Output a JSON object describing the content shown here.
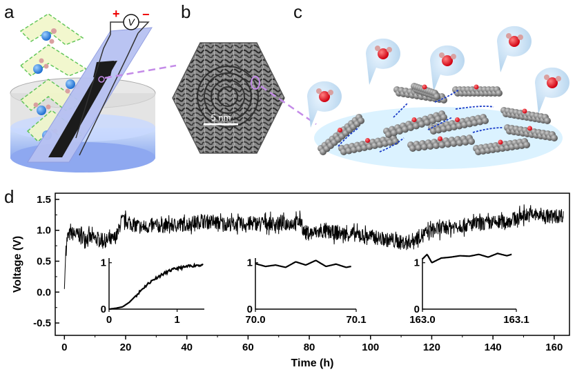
{
  "panels": {
    "a": "a",
    "b": "b",
    "c": "c",
    "d": "d"
  },
  "panel_a": {
    "meter_symbol": "V",
    "plus": "+",
    "minus": "−"
  },
  "panel_b": {
    "scale_bar": "5 nm"
  },
  "colors": {
    "water_o": "#e8141c",
    "water_h": "#d9a0a0",
    "ion": "#2a7fd8",
    "carbon": "#7d7d7d",
    "arrow": "#1a3cc8",
    "dashed": "#c48be8"
  },
  "chart_data": {
    "type": "line",
    "xlabel": "Time (h)",
    "ylabel": "Voltage (V)",
    "xlim": [
      -3,
      165
    ],
    "ylim": [
      -0.7,
      1.6
    ],
    "xticks": [
      0,
      20,
      40,
      60,
      80,
      100,
      120,
      140,
      160
    ],
    "yticks": [
      -0.5,
      0.0,
      0.5,
      1.0,
      1.5
    ],
    "xtick_labels": [
      "0",
      "20",
      "40",
      "60",
      "80",
      "100",
      "120",
      "140",
      "160"
    ],
    "ytick_labels": [
      "-0.5",
      "0.0",
      "0.5",
      "1.0",
      "1.5"
    ],
    "series": [
      {
        "x": [
          0,
          0.5,
          1,
          2,
          4,
          6,
          8,
          10,
          12,
          14,
          16,
          17.5,
          18,
          18.5,
          20,
          22,
          25,
          30,
          35,
          40,
          45,
          50,
          55,
          60,
          65,
          70,
          75,
          77.5,
          78,
          80,
          85,
          90,
          95,
          100,
          105,
          108,
          110,
          113,
          115,
          118,
          120,
          125,
          130,
          135,
          140,
          145,
          148,
          150,
          155,
          160,
          163
        ],
        "y": [
          0.05,
          0.75,
          0.88,
          0.95,
          0.93,
          0.9,
          0.88,
          0.86,
          0.84,
          0.83,
          0.85,
          0.95,
          1.05,
          1.15,
          1.15,
          1.1,
          1.05,
          1.07,
          1.08,
          1.1,
          1.15,
          1.12,
          1.1,
          1.1,
          1.12,
          1.1,
          1.12,
          1.15,
          0.98,
          0.95,
          0.98,
          0.95,
          0.93,
          0.9,
          0.85,
          0.82,
          0.8,
          0.82,
          0.88,
          0.95,
          1.0,
          1.05,
          1.08,
          1.1,
          1.12,
          1.15,
          1.2,
          1.25,
          1.25,
          1.22,
          1.25
        ],
        "noise_amplitude": 0.12
      }
    ],
    "insets": [
      {
        "xlim": [
          0,
          1.4
        ],
        "ylim": [
          0,
          1.1
        ],
        "xtick_labels": [
          "0",
          "1"
        ],
        "xticks": [
          0,
          1
        ],
        "ytick_labels": [
          "0",
          "1"
        ],
        "yticks": [
          0,
          1
        ],
        "x": [
          0,
          0.1,
          0.2,
          0.3,
          0.4,
          0.5,
          0.6,
          0.7,
          0.8,
          0.9,
          1.0,
          1.1,
          1.2,
          1.3,
          1.38
        ],
        "y": [
          0,
          0.02,
          0.05,
          0.15,
          0.3,
          0.45,
          0.58,
          0.68,
          0.76,
          0.83,
          0.88,
          0.9,
          0.93,
          0.95,
          0.95
        ]
      },
      {
        "xlim": [
          70.0,
          70.1
        ],
        "ylim": [
          0,
          1.1
        ],
        "xtick_labels": [
          "70.0",
          "70.1"
        ],
        "xticks": [
          70.0,
          70.1
        ],
        "ytick_labels": [
          "0",
          "1"
        ],
        "yticks": [
          0,
          1
        ],
        "x": [
          70.0,
          70.01,
          70.02,
          70.03,
          70.04,
          70.05,
          70.06,
          70.07,
          70.08,
          70.09,
          70.095
        ],
        "y": [
          0.98,
          0.92,
          0.95,
          0.9,
          1.02,
          0.95,
          1.05,
          0.92,
          0.97,
          0.9,
          0.92
        ]
      },
      {
        "xlim": [
          163.0,
          163.1
        ],
        "ylim": [
          0,
          1.1
        ],
        "xtick_labels": [
          "163.0",
          "163.1"
        ],
        "xticks": [
          163.0,
          163.1
        ],
        "ytick_labels": [
          "0",
          "1"
        ],
        "yticks": [
          0,
          1
        ],
        "x": [
          163.0,
          163.005,
          163.01,
          163.02,
          163.03,
          163.04,
          163.05,
          163.06,
          163.07,
          163.08,
          163.09,
          163.095
        ],
        "y": [
          1.08,
          1.18,
          1.0,
          1.1,
          1.12,
          1.15,
          1.14,
          1.18,
          1.12,
          1.2,
          1.15,
          1.18
        ]
      }
    ]
  }
}
